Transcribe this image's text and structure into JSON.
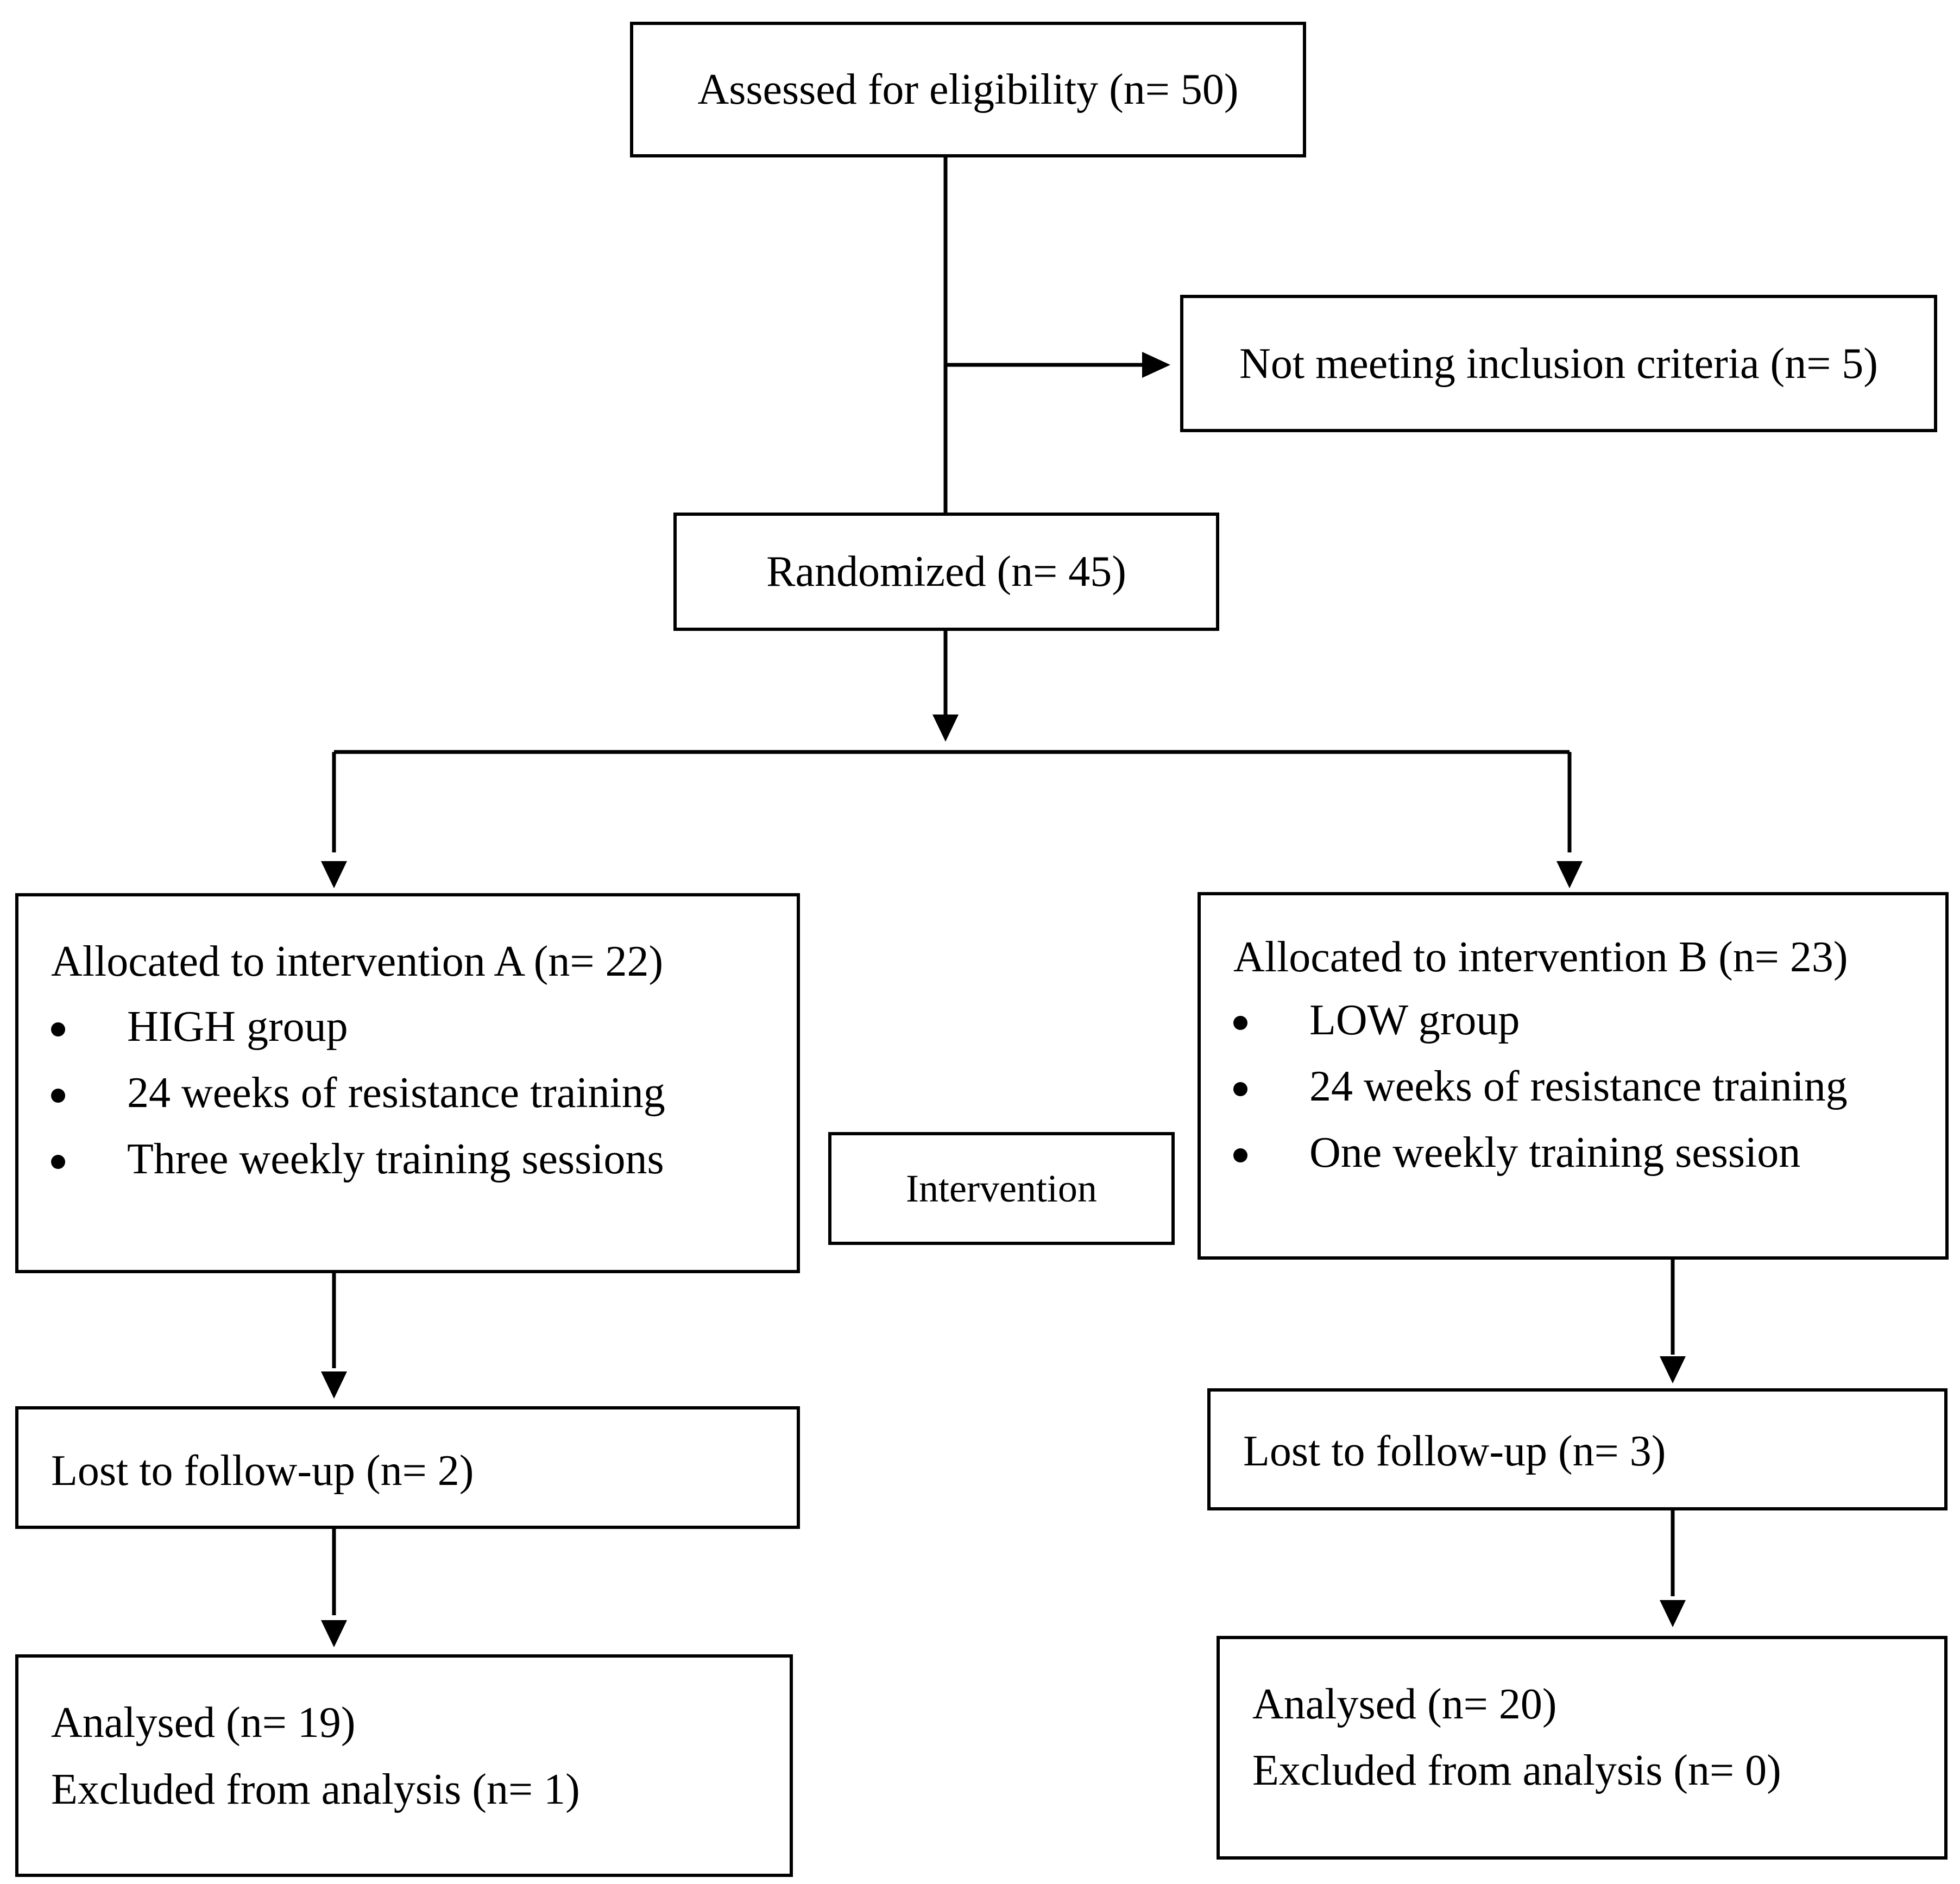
{
  "nodes": {
    "assessed": "Assessed for eligibility (n= 50)",
    "excluded": "Not meeting inclusion criteria (n= 5)",
    "randomized": "Randomized (n= 45)",
    "intervention": "Intervention",
    "arm_a": {
      "title": "Allocated to intervention A (n= 22)",
      "bullets": [
        "HIGH group",
        "24 weeks of resistance training",
        "Three weekly training sessions"
      ],
      "lost": "Lost to follow-up (n= 2)",
      "analysed": "Analysed (n= 19)",
      "excluded_analysis": "Excluded from analysis (n= 1)"
    },
    "arm_b": {
      "title": "Allocated to intervention B (n= 23)",
      "bullets": [
        "LOW group",
        "24 weeks of resistance training",
        "One weekly training session"
      ],
      "lost": "Lost to follow-up (n= 3)",
      "analysed": "Analysed (n= 20)",
      "excluded_analysis": "Excluded from analysis (n= 0)"
    }
  }
}
